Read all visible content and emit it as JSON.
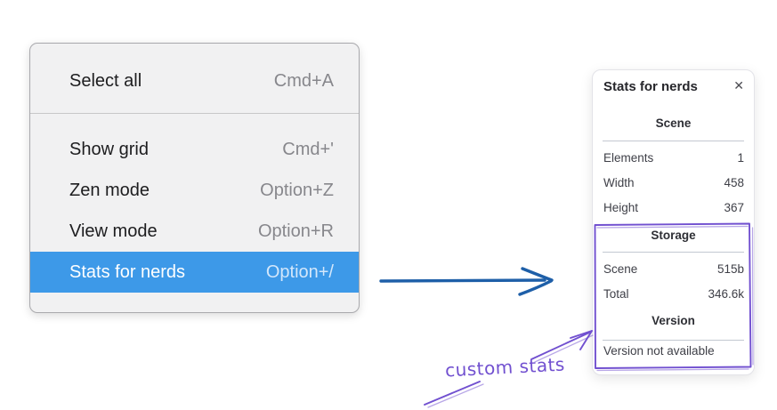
{
  "colors": {
    "accent_blue": "#3d99e8",
    "arrow_blue": "#1e5fa8",
    "annotation_purple": "#7150d0"
  },
  "menu": {
    "items": [
      {
        "label": "Select all",
        "shortcut": "Cmd+A"
      },
      {
        "label": "Show grid",
        "shortcut": "Cmd+'"
      },
      {
        "label": "Zen mode",
        "shortcut": "Option+Z"
      },
      {
        "label": "View mode",
        "shortcut": "Option+R"
      },
      {
        "label": "Stats for nerds",
        "shortcut": "Option+/",
        "highlighted": true
      }
    ]
  },
  "stats_panel": {
    "title": "Stats for nerds",
    "close_icon": "✕",
    "sections": [
      {
        "header": "Scene",
        "rows": [
          {
            "label": "Elements",
            "value": "1"
          },
          {
            "label": "Width",
            "value": "458"
          },
          {
            "label": "Height",
            "value": "367"
          }
        ]
      },
      {
        "header": "Storage",
        "rows": [
          {
            "label": "Scene",
            "value": "515b"
          },
          {
            "label": "Total",
            "value": "346.6k"
          }
        ]
      },
      {
        "header": "Version",
        "rows": [],
        "note": "Version not available"
      }
    ]
  },
  "annotation": {
    "label": "custom stats"
  }
}
